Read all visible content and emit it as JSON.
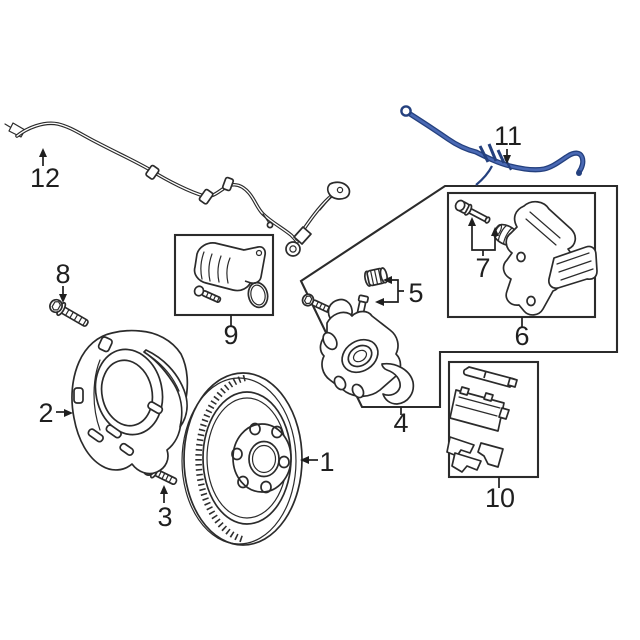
{
  "labels": {
    "l1": "1",
    "l2": "2",
    "l3": "3",
    "l4": "4",
    "l5": "5",
    "l6": "6",
    "l7": "7",
    "l8": "8",
    "l9": "9",
    "l10": "10",
    "l11": "11",
    "l12": "12"
  },
  "colors": {
    "background": "#ffffff",
    "line": "#2b2b2b",
    "hose_blue": "#4a69b4",
    "hose_dark": "#24407e"
  }
}
